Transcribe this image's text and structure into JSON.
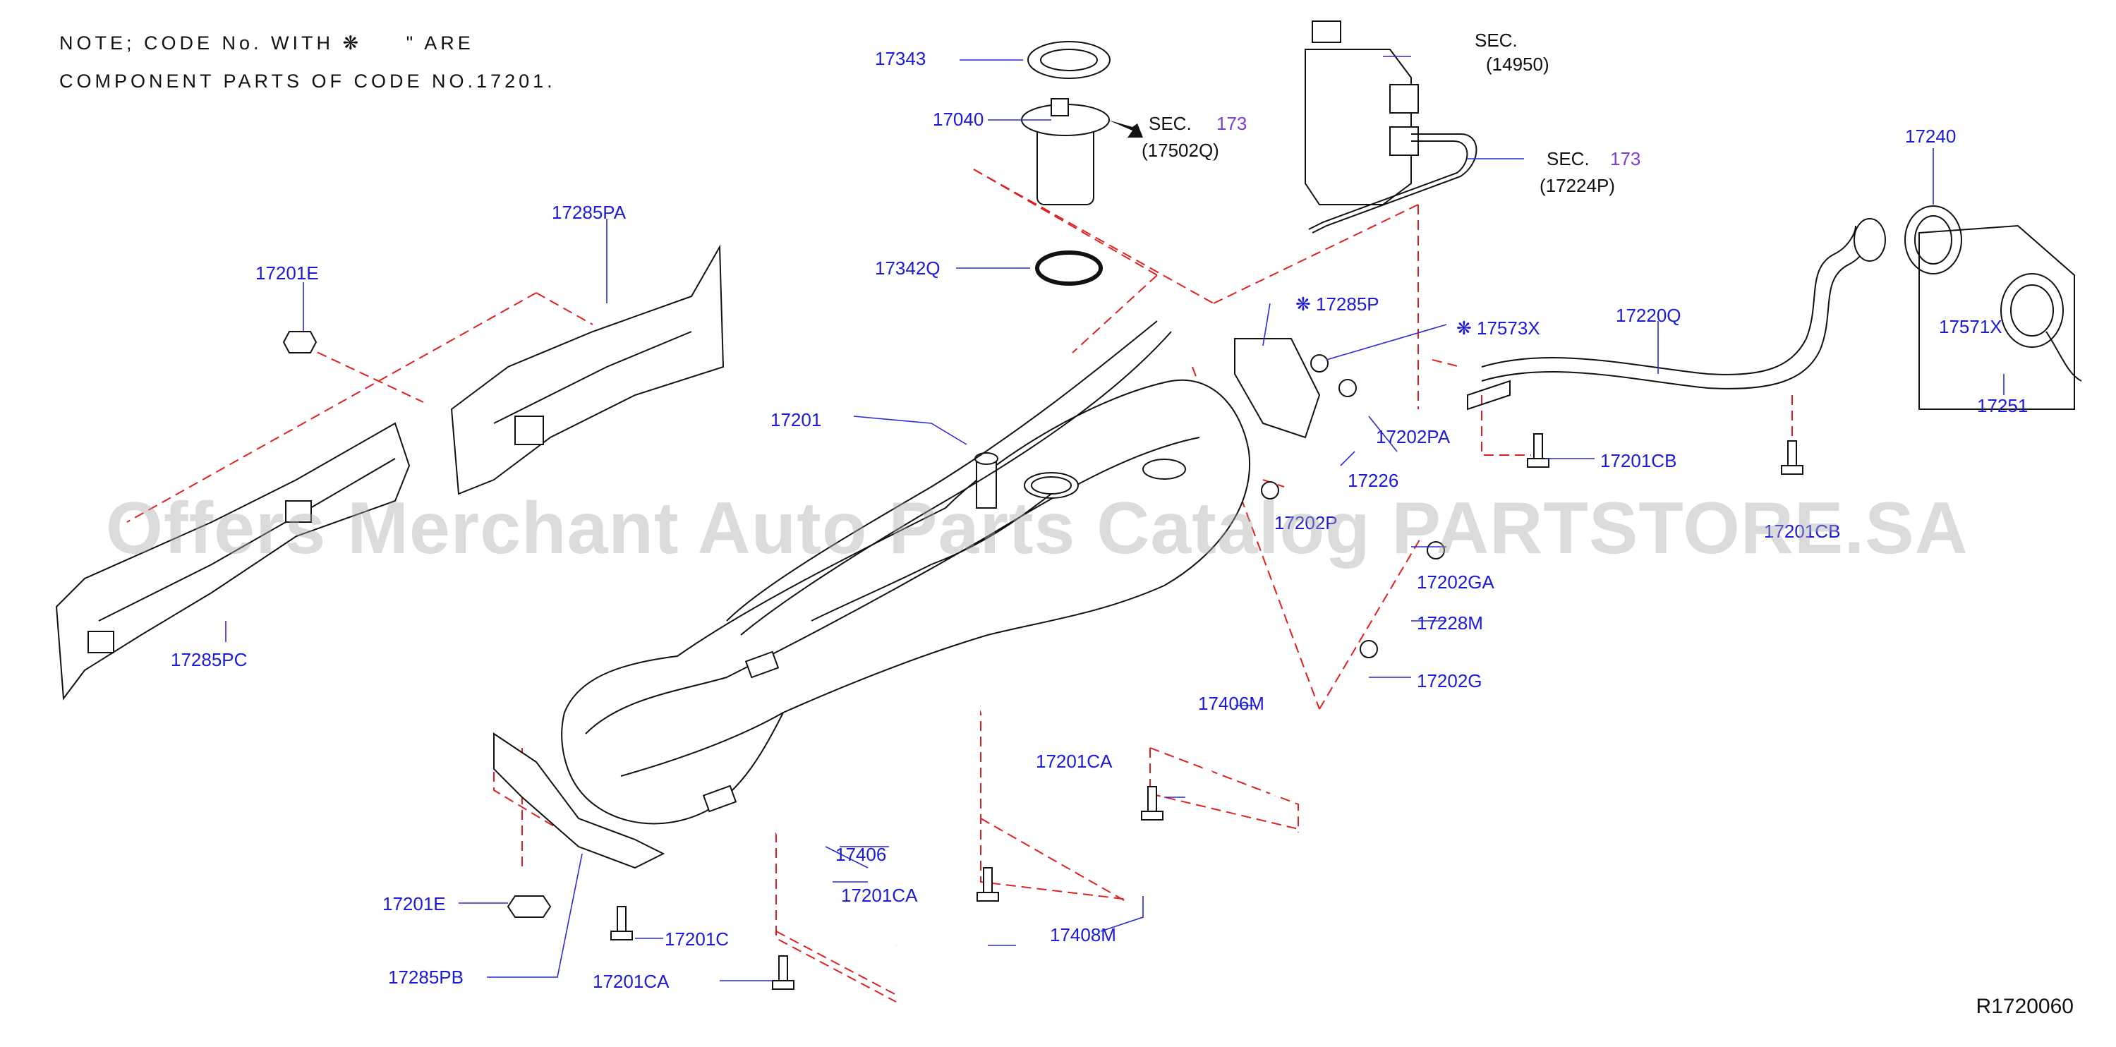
{
  "note": {
    "line1": "NOTE; CODE No. WITH ❋     \" ARE",
    "line2": "COMPONENT PARTS OF CODE NO.17201."
  },
  "sections": [
    {
      "sec": "SEC.",
      "num": "173",
      "code": "(17502Q)"
    },
    {
      "sec": "SEC.",
      "code": "(14950)"
    },
    {
      "sec": "SEC.",
      "num": "173",
      "code": "(17224P)"
    }
  ],
  "parts": [
    "17343",
    "17040",
    "17342Q",
    "17285PA",
    "17201E",
    "17201",
    "17285PC",
    "❋ 17285P",
    "❋ 17573X",
    "17220Q",
    "17240",
    "17571X",
    "17251",
    "17202PA",
    "17226",
    "17201CB",
    "17202P",
    "17201CB",
    "17202GA",
    "17228M",
    "17202G",
    "17406M",
    "17201CA",
    "17406",
    "17201CA",
    "17408M",
    "17201E",
    "17201C",
    "17285PB",
    "17201CA"
  ],
  "watermark": "Offers Merchant Auto Parts Catalog PARTSTORE.SA",
  "reference": "R1720060",
  "colors": {
    "label": "#1a1adb",
    "section_num": "#7a3fd1",
    "dashed": "#e02020",
    "line": "#111111"
  }
}
